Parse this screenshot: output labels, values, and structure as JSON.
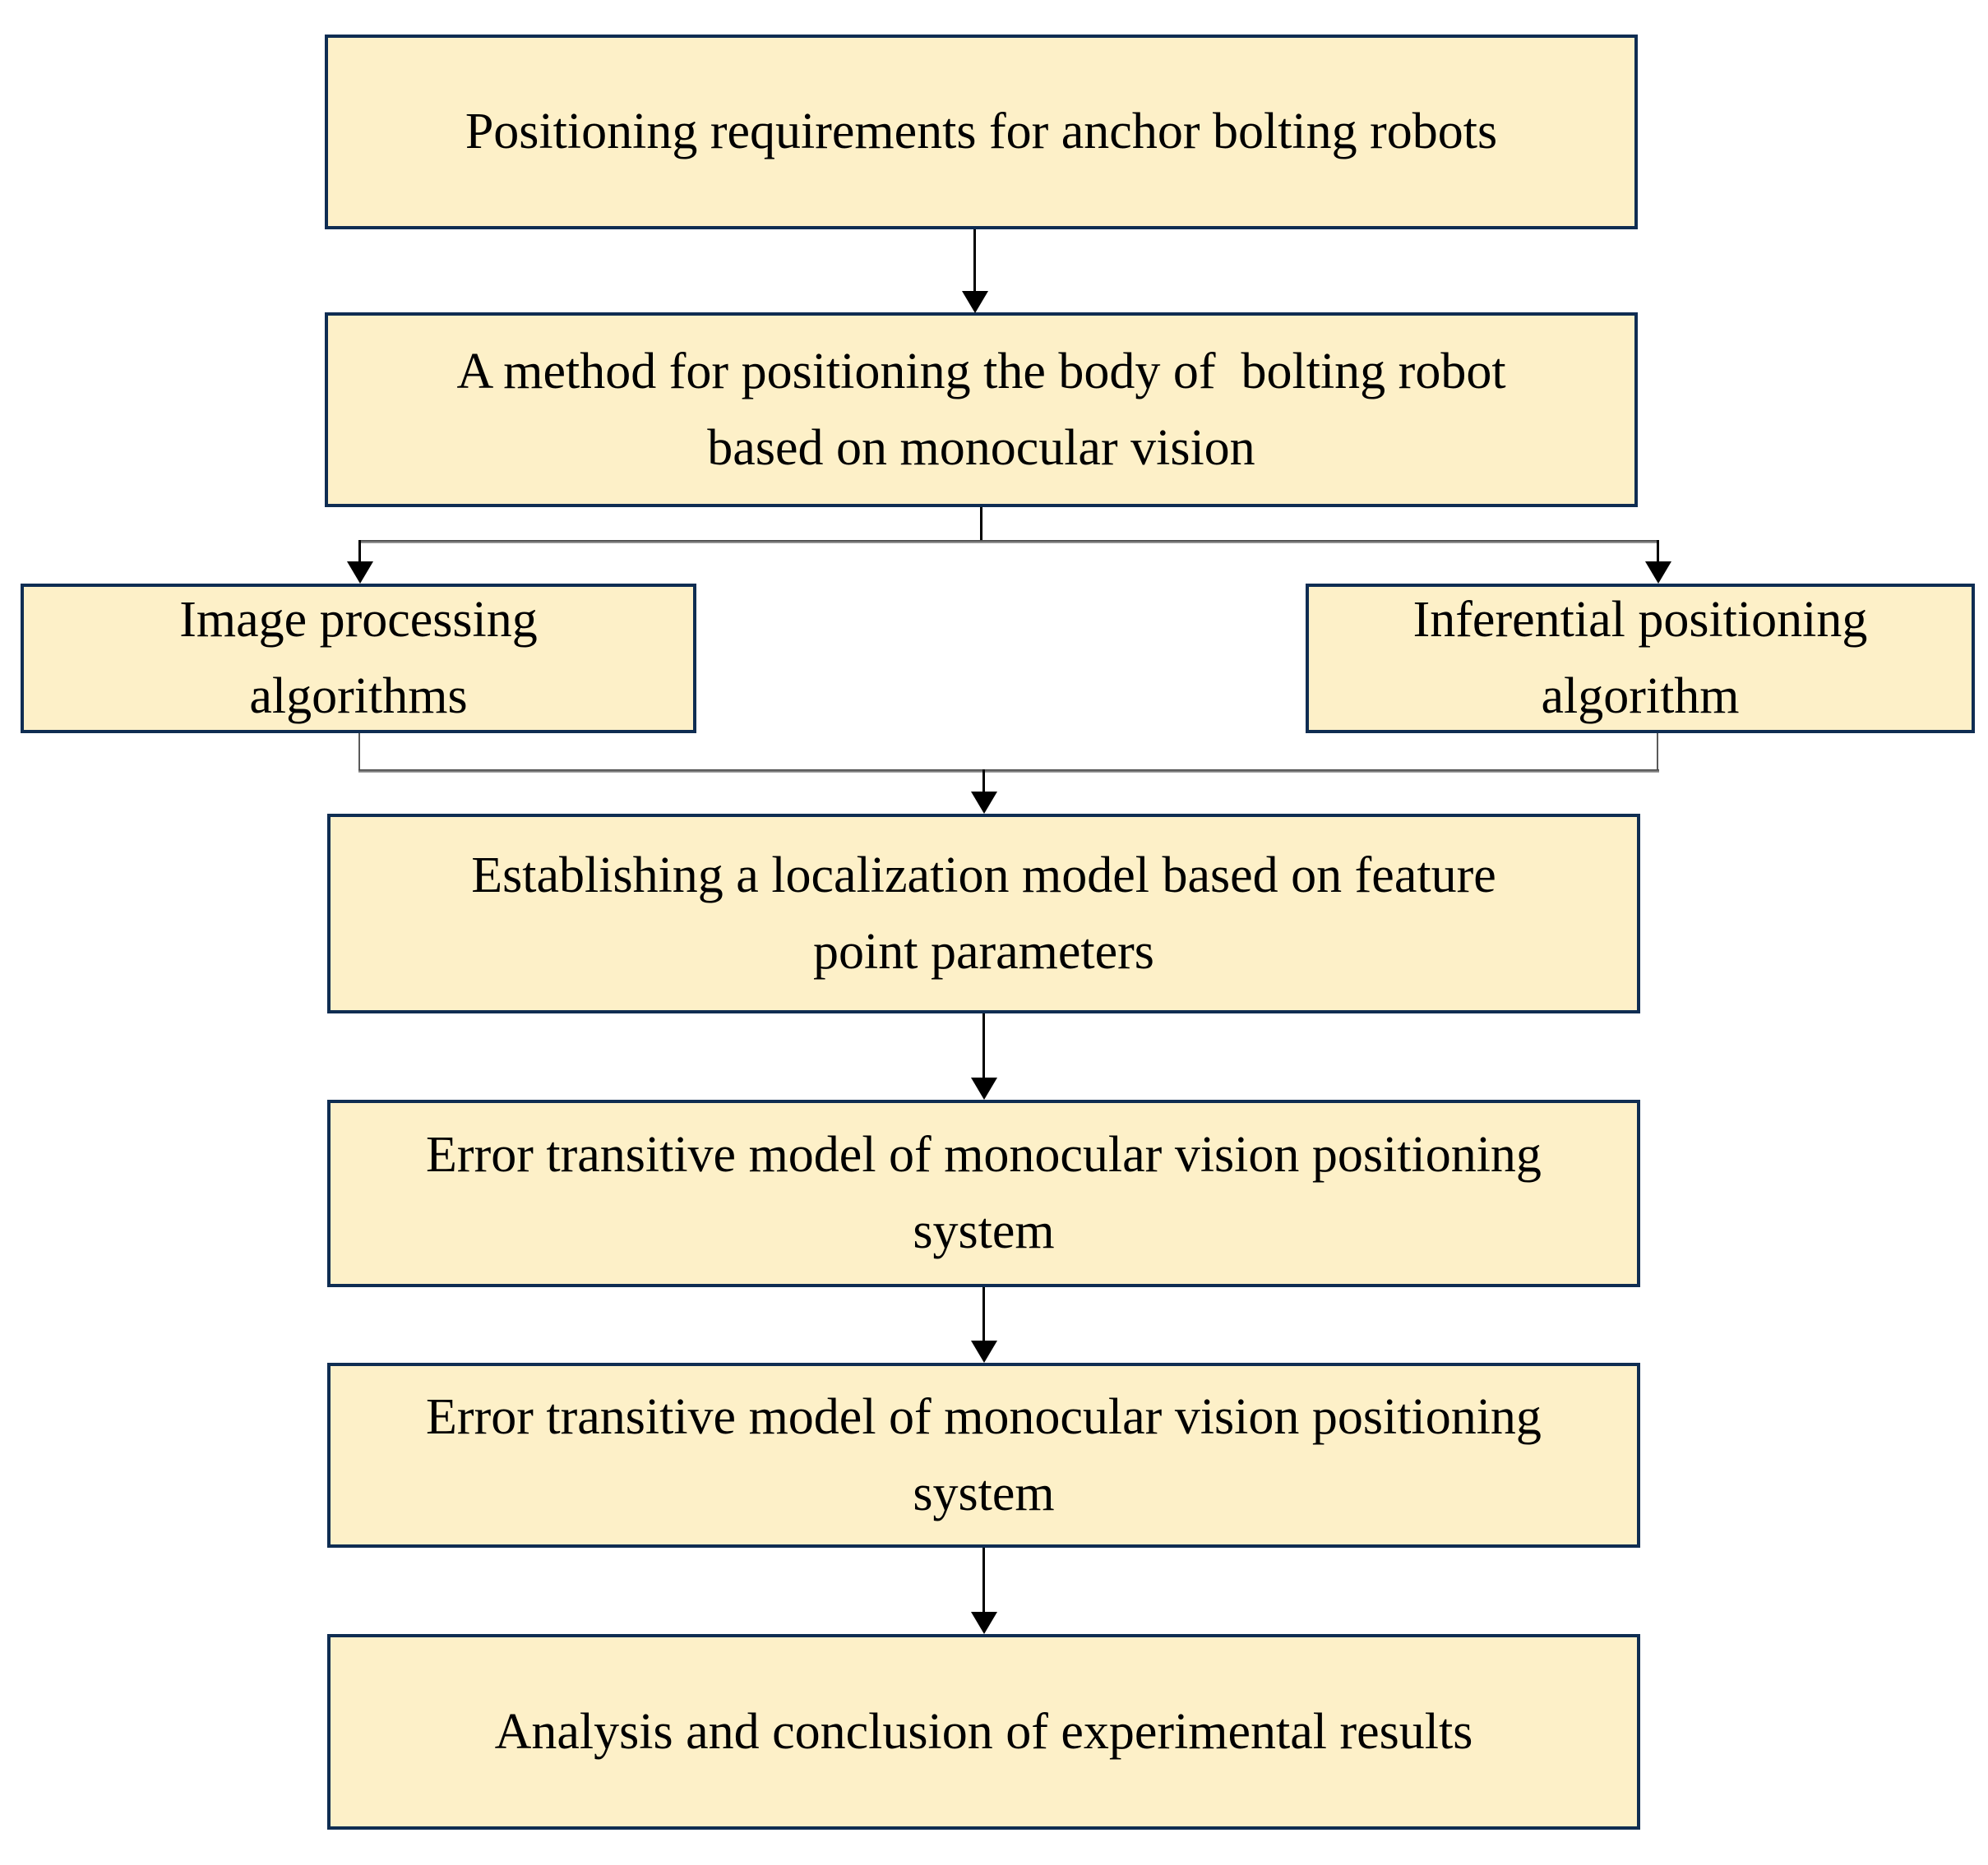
{
  "colors": {
    "page-bg": "#ffffff",
    "box-fill": "#fdf0c8",
    "box-border": "#0f2d52",
    "text-color": "#000000",
    "arrow-color": "#000000",
    "connector-color": "#5a5a5a"
  },
  "nodes": [
    {
      "id": "positioning-requirements",
      "label": "Positioning requirements for anchor bolting robots"
    },
    {
      "id": "body-positioning-method",
      "label": "A method for positioning the body of  bolting robot\nbased on monocular vision"
    },
    {
      "id": "image-processing-algorithms",
      "label": "Image processing\nalgorithms"
    },
    {
      "id": "inferential-positioning-algorithm",
      "label": "Inferential positioning\nalgorithm"
    },
    {
      "id": "localization-model",
      "label": "Establishing a localization model based on feature\npoint parameters"
    },
    {
      "id": "error-transitive-model-1",
      "label": "Error transitive model of monocular vision positioning\nsystem"
    },
    {
      "id": "error-transitive-model-2",
      "label": "Error transitive model of monocular vision positioning\nsystem"
    },
    {
      "id": "analysis-conclusion",
      "label": "Analysis and conclusion of experimental results"
    }
  ]
}
